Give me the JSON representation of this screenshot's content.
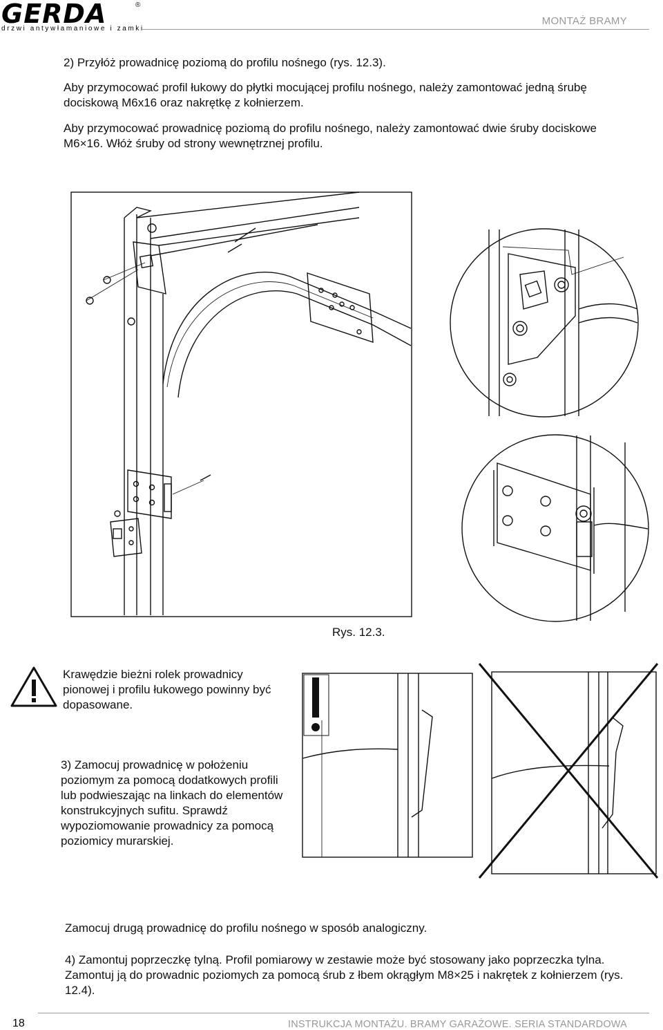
{
  "header": {
    "logo_text": "GERDA",
    "logo_tagline": "drzwi antywłamaniowe i zamki",
    "section_title": "MONTAŻ BRAMY"
  },
  "body": {
    "step2_title": "2) Przyłóż prowadnicę poziomą do profilu nośnego (rys. 12.3).",
    "step2_para1": "Aby przymocować profil łukowy do płytki mocującej profilu nośnego, należy zamontować jedną śrubę dociskową M6x16 oraz nakrętkę z kołnierzem.",
    "step2_para2": "Aby przymocować prowadnicę poziomą do profilu nośnego, należy zamontować dwie śruby dociskowe M6×16. Włóż śruby od strony wewnętrznej profilu.",
    "figure_caption": "Rys. 12.3.",
    "warning_text": "Krawędzie bieżni rolek prowadnicy pionowej i profilu łukowego powinny być dopasowane.",
    "step3_text": "3) Zamocuj prowadnicę w położeniu poziomym za pomocą dodatkowych profili lub podwieszając na linkach do elementów konstrukcyjnych sufitu. Sprawdź wypoziomowanie prowadnicy za pomocą poziomicy murarskiej.",
    "second_guide": "Zamocuj drugą prowadnicę do profilu nośnego w sposób analogiczny.",
    "step4_text": "4) Zamontuj poprzeczkę tylną. Profil pomiarowy w zestawie może być stosowany jako poprzeczka tylna. Zamontuj ją do prowadnic poziomych za pomocą śrub z łbem okrągłym M8×25 i nakrętek z kołnierzem (rys. 12.4)."
  },
  "footer": {
    "page_number": "18",
    "title": "INSTRUKCJA MONTAŻU. BRAMY GARAŻOWE. SERIA STANDARDOWA"
  },
  "icons": [
    "warning-triangle-icon",
    "exclamation-icon",
    "cross-out-icon"
  ]
}
